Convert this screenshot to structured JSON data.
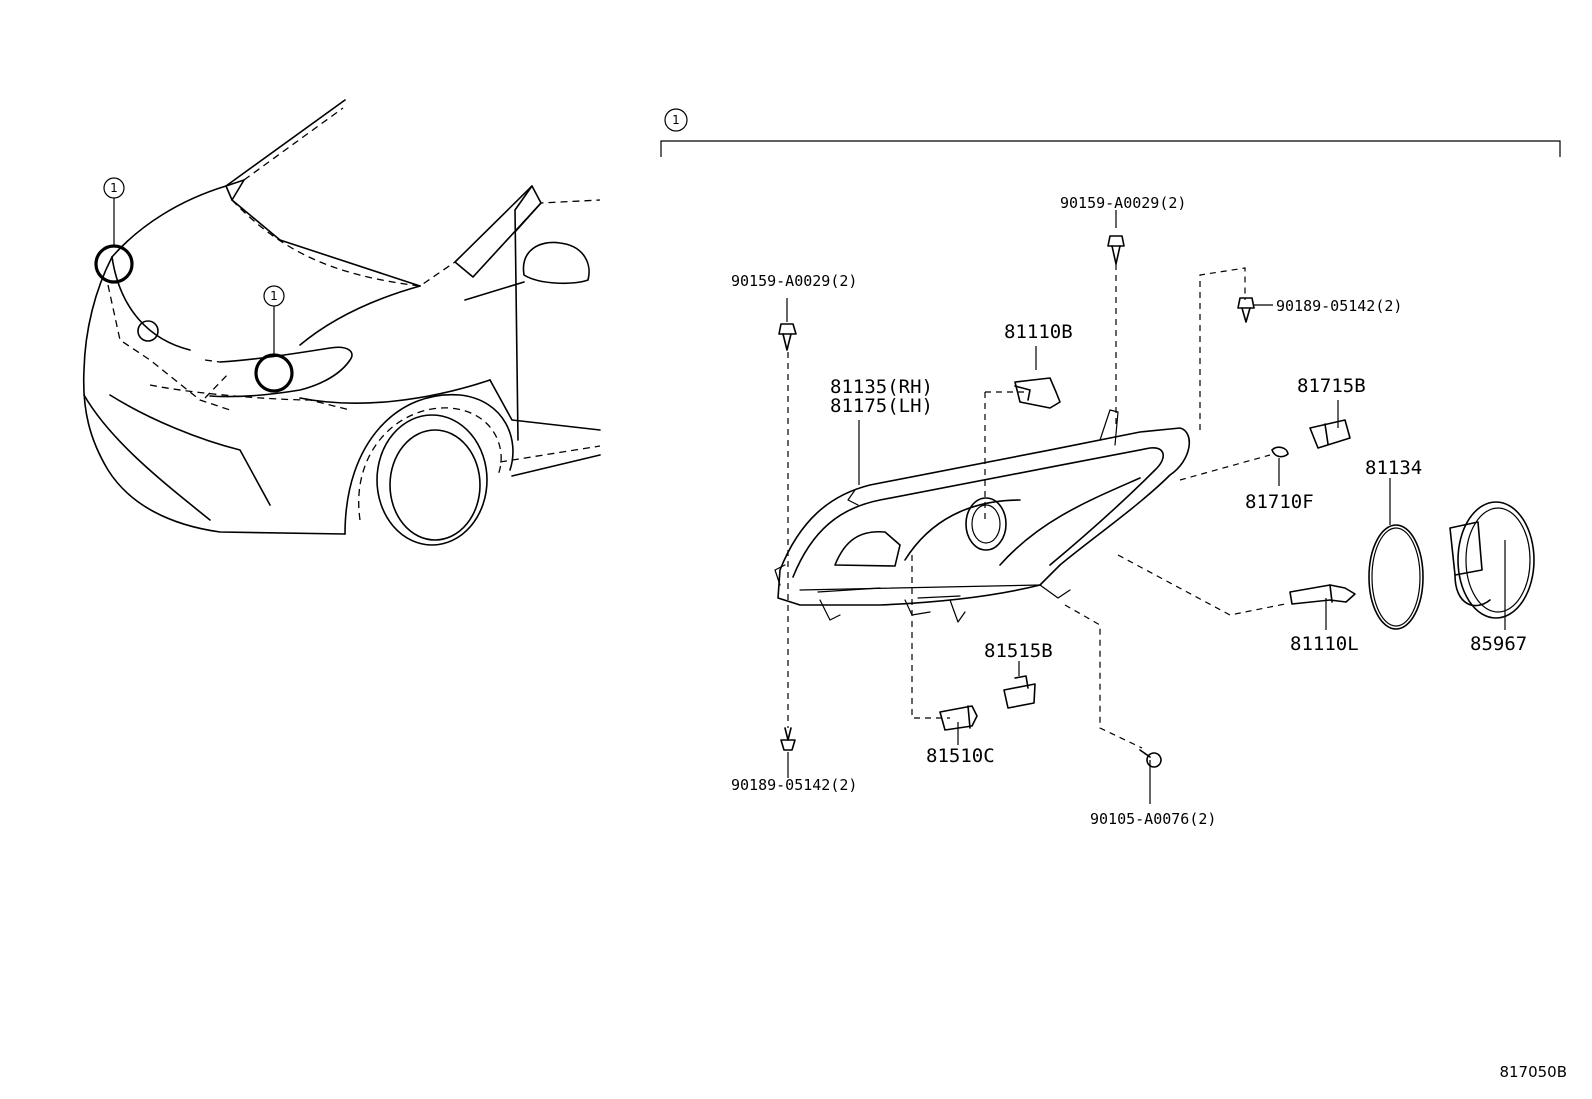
{
  "callouts": {
    "ref_marker": "1"
  },
  "parts": {
    "bolt_top": "90159-A0029(2)",
    "bolt_left": "90159-A0029(2)",
    "clip_top_right": "90189-05142(2)",
    "clip_bottom_left": "90189-05142(2)",
    "screw_bottom": "90105-A0076(2)",
    "bulb_81110B": "81110B",
    "headlamp_rh": "81135(RH)",
    "headlamp_lh": "81175(LH)",
    "socket_81715B": "81715B",
    "cap_81710F": "81710F",
    "ring_81134": "81134",
    "bulb_81110L": "81110L",
    "cover_85967": "85967",
    "socket_81515B": "81515B",
    "bulb_81510C": "81510C"
  },
  "figure_code": "817050B"
}
